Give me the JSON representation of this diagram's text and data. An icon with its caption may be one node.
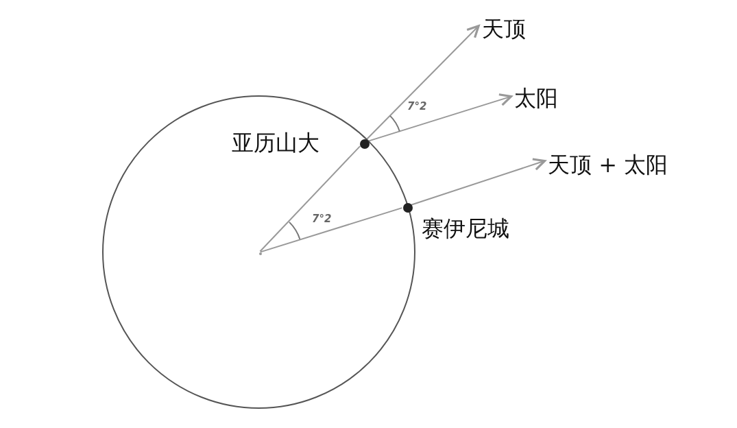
{
  "diagram": {
    "nodes": [
      {
        "text": [],
        "shape": "circle"
      },
      {
        "text": [],
        "shape": "point",
        "in": 0
      },
      {
        "text": [],
        "shape": "dot",
        "beside": [
          "亚历山大"
        ],
        "in": 0
      },
      {
        "text": [],
        "shape": "dot",
        "beside": [
          "赛伊尼城"
        ],
        "in": 0
      },
      {
        "text": [
          "天顶"
        ]
      },
      {
        "text": [
          "太阳"
        ]
      },
      {
        "text": [
          "天顶 + 太阳"
        ]
      }
    ],
    "edges": [
      {
        "from": 1,
        "to": 2,
        "arrow": "none"
      },
      {
        "from": 2,
        "to": 4,
        "arrow": "to"
      },
      {
        "from": 2,
        "to": 5,
        "arrow": "to"
      },
      {
        "from": 1,
        "to": 3,
        "arrow": "none"
      },
      {
        "from": 3,
        "to": 6,
        "arrow": "to"
      }
    ],
    "labels": [
      "7°2",
      "7°2"
    ]
  }
}
